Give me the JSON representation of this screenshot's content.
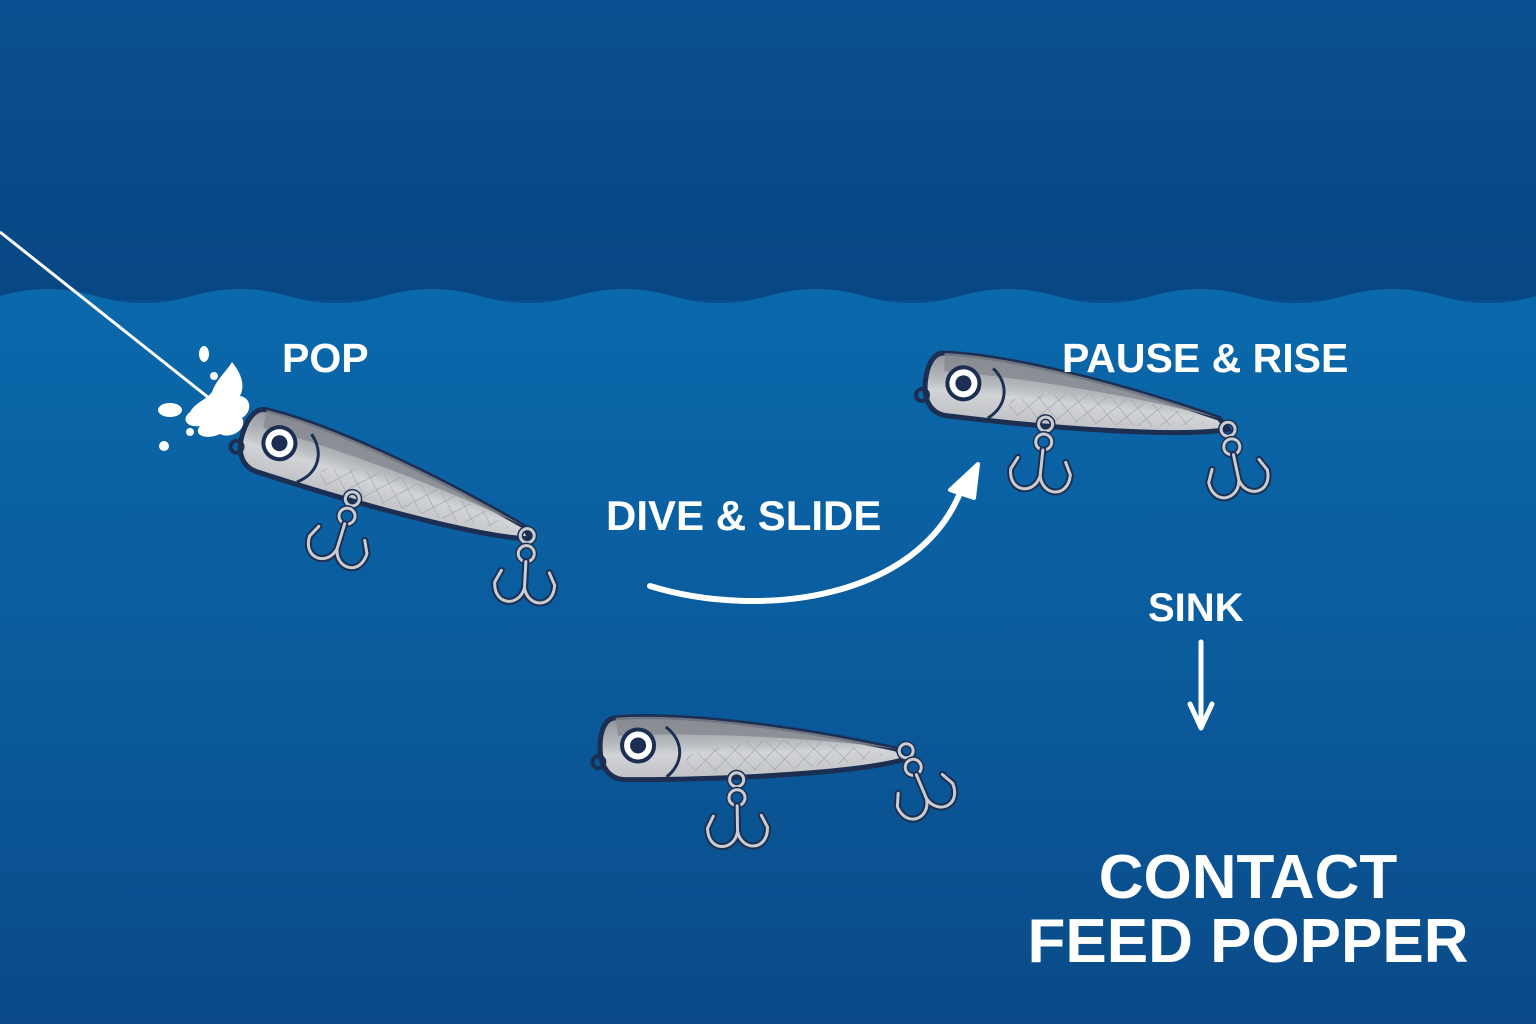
{
  "labels": {
    "pop": "POP",
    "dive_slide": "DIVE & SLIDE",
    "pause_rise": "PAUSE & RISE",
    "sink": "SINK",
    "title_line1": "CONTACT",
    "title_line2": "FEED POPPER"
  },
  "colors": {
    "sky_top": "#0b4f8e",
    "sky_bottom": "#064a85",
    "water_top": "#0a68aa",
    "water_bottom": "#0a4c8a",
    "lure_body": "#c4c6ca",
    "lure_back": "#8f9398",
    "outline": "#1c2f52",
    "text": "#ffffff"
  },
  "icons": [
    "fishing-line",
    "splash",
    "popper-lure",
    "treble-hook",
    "curved-arrow",
    "down-arrow"
  ]
}
